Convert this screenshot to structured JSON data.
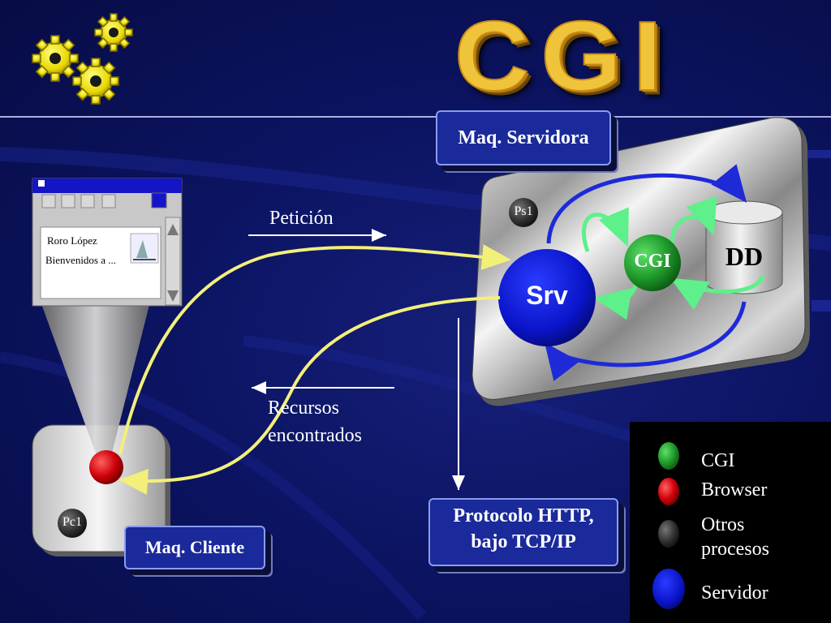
{
  "title": "CGI",
  "server_label": "Maq. Servidora",
  "client_label": "Maq. Cliente",
  "protocol_label_line1": "Protocolo HTTP,",
  "protocol_label_line2": "bajo TCP/IP",
  "request_label": "Petición",
  "resources_label_line1": "Recursos",
  "resources_label_line2": "encontrados",
  "server_process_label": "Ps1",
  "client_process_label": "Pc1",
  "srv_node_label": "Srv",
  "cgi_node_label": "CGI",
  "db_label": "DD",
  "browser_window": {
    "line1": "Roro López",
    "line2": "Bienvenidos a ..."
  },
  "legend": [
    {
      "label": "CGI",
      "color": "#1f9a2a"
    },
    {
      "label": "Browser",
      "color": "#d4000a"
    },
    {
      "label": "Otros procesos",
      "color": "#333333"
    },
    {
      "label": "Servidor",
      "color": "#0a14c8"
    }
  ],
  "colors": {
    "arrow_yellow": "#f3f07a",
    "arrow_blue": "#1e2ad8",
    "arrow_green": "#5ef08a",
    "title_gold": "#f0c43a"
  }
}
